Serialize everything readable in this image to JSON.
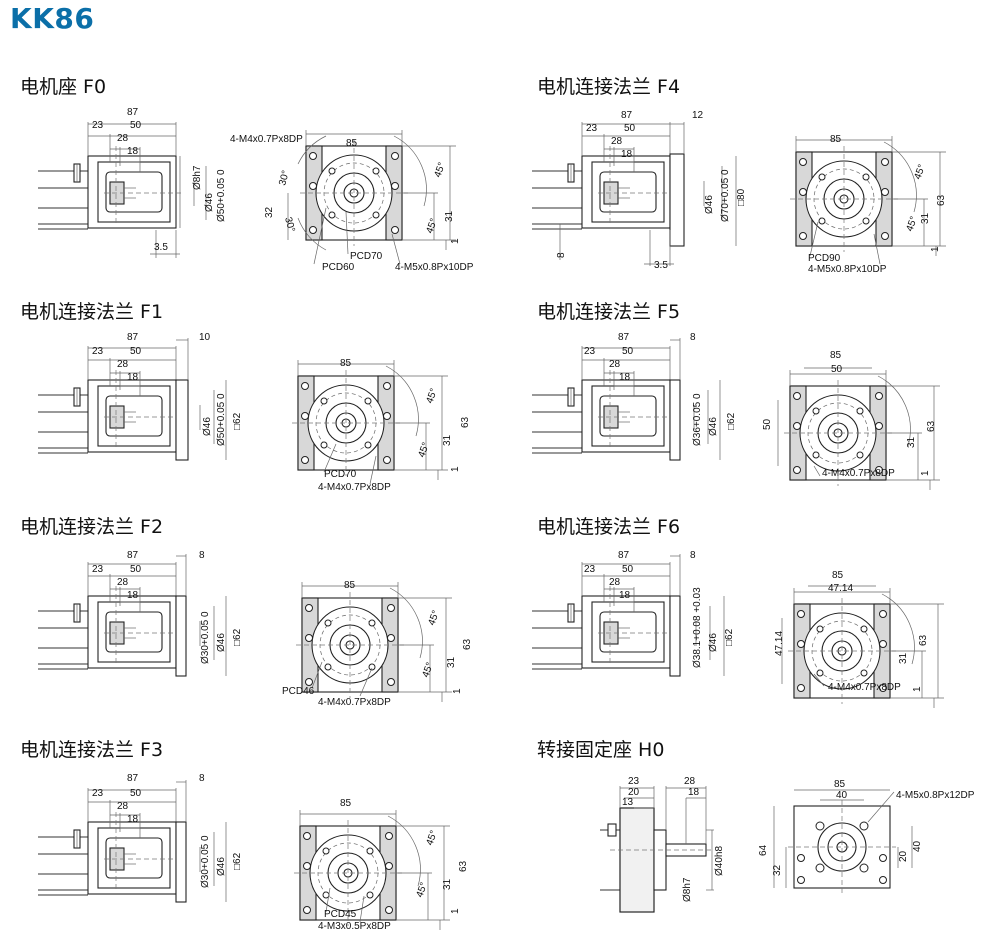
{
  "title": "KK86",
  "sections": [
    {
      "title": "电机座 F0",
      "side": {
        "top": "87",
        "a": "23",
        "b": "50",
        "c": "28",
        "d": "18",
        "v": [
          "Ø8h7",
          "Ø46",
          "Ø50+0.05 0"
        ],
        "bottom": "3.5"
      },
      "front": {
        "width": "85",
        "holes_top": "4-M4x0.7Px8DP",
        "labels": [
          "30°",
          "30°",
          "45°",
          "45°",
          "32",
          "31",
          "1"
        ],
        "pcd": [
          "PCD70",
          "PCD60"
        ],
        "holes_bottom": "4-M5x0.8Px10DP"
      }
    },
    {
      "title": "电机连接法兰 F4",
      "side": {
        "top": "87",
        "extra": "12",
        "a": "23",
        "b": "50",
        "c": "28",
        "d": "18",
        "v": [
          "Ø46",
          "Ø70+0.05 0",
          "□80"
        ],
        "left": "8",
        "bottom": "3.5"
      },
      "front": {
        "width": "85",
        "labels": [
          "45°",
          "45°",
          "63",
          "31",
          "1"
        ],
        "pcd": [
          "PCD90"
        ],
        "holes_bottom": "4-M5x0.8Px10DP"
      }
    },
    {
      "title": "电机连接法兰 F1",
      "side": {
        "top": "87",
        "extra": "10",
        "a": "23",
        "b": "50",
        "c": "28",
        "d": "18",
        "v": [
          "Ø46",
          "Ø50+0.05 0",
          "□62"
        ]
      },
      "front": {
        "width": "85",
        "labels": [
          "45°",
          "45°",
          "63",
          "31",
          "1"
        ],
        "pcd": [
          "PCD70"
        ],
        "holes_bottom": "4-M4x0.7Px8DP"
      }
    },
    {
      "title": "电机连接法兰 F5",
      "side": {
        "top": "87",
        "extra": "8",
        "a": "23",
        "b": "50",
        "c": "28",
        "d": "18",
        "v": [
          "Ø36+0.05 0",
          "Ø46",
          "□62"
        ]
      },
      "front": {
        "width": "85",
        "inner": "50",
        "left": "50",
        "labels": [
          "63",
          "31",
          "1"
        ],
        "holes_bottom": "4-M4x0.7Px8DP"
      }
    },
    {
      "title": "电机连接法兰 F2",
      "side": {
        "top": "87",
        "extra": "8",
        "a": "23",
        "b": "50",
        "c": "28",
        "d": "18",
        "v": [
          "Ø30+0.05 0",
          "Ø46",
          "□62"
        ]
      },
      "front": {
        "width": "85",
        "labels": [
          "45°",
          "45°",
          "63",
          "31",
          "1"
        ],
        "pcd": [
          "PCD46"
        ],
        "holes_bottom": "4-M4x0.7Px8DP"
      }
    },
    {
      "title": "电机连接法兰 F6",
      "side": {
        "top": "87",
        "extra": "8",
        "a": "23",
        "b": "50",
        "c": "28",
        "d": "18",
        "v": [
          "Ø38.1+0.08 +0.03",
          "Ø46",
          "□62"
        ]
      },
      "front": {
        "width": "85",
        "inner": "47.14",
        "left": "47.14",
        "labels": [
          "63",
          "31",
          "1"
        ],
        "holes_bottom": "4-M4x0.7Px8DP"
      }
    },
    {
      "title": "电机连接法兰 F3",
      "side": {
        "top": "87",
        "extra": "8",
        "a": "23",
        "b": "50",
        "c": "28",
        "d": "18",
        "v": [
          "Ø30+0.05 0",
          "Ø46",
          "□62"
        ]
      },
      "front": {
        "width": "85",
        "labels": [
          "45°",
          "45°",
          "63",
          "31",
          "1"
        ],
        "pcd": [
          "PCD45"
        ],
        "holes_bottom": "4-M3x0.5Px8DP"
      }
    },
    {
      "title": "转接固定座 H0",
      "side": {
        "a": "23",
        "b": "20",
        "c": "13",
        "d": "28",
        "e": "18",
        "v": [
          "Ø40h8",
          "Ø8h7"
        ]
      },
      "front": {
        "width": "85",
        "inner": "40",
        "holes_top": "4-M5x0.8Px12DP",
        "left": [
          "64",
          "32"
        ],
        "right": [
          "20",
          "40"
        ]
      }
    }
  ]
}
